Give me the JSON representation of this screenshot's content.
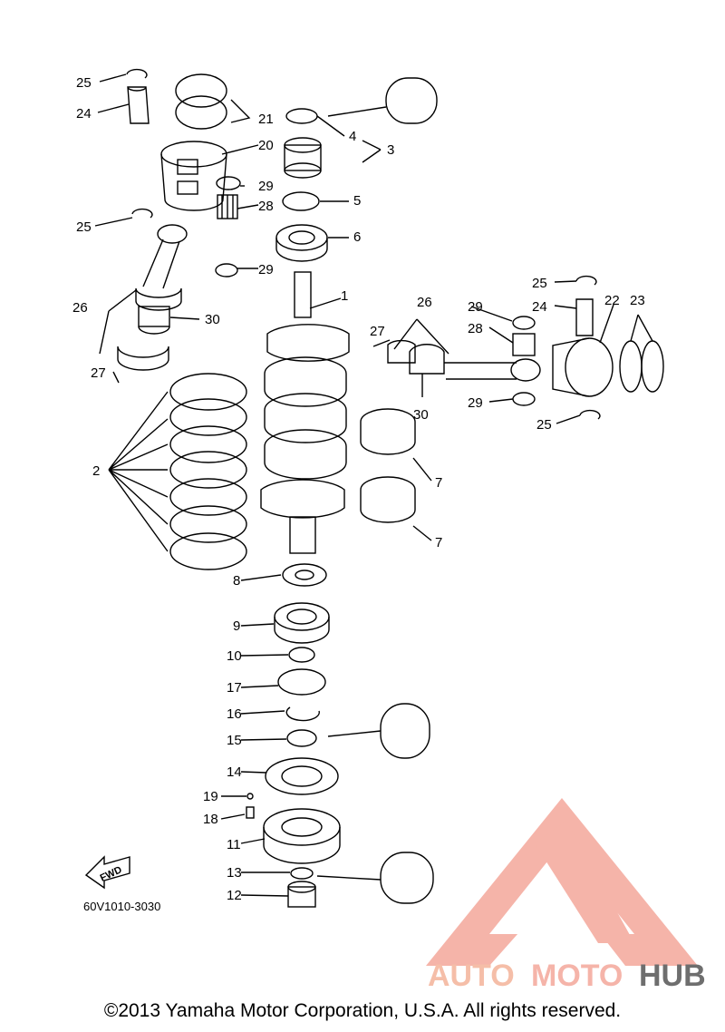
{
  "diagram": {
    "part_labels": [
      "1",
      "2",
      "3",
      "4",
      "5",
      "6",
      "7",
      "7",
      "8",
      "9",
      "10",
      "11",
      "12",
      "13",
      "14",
      "15",
      "16",
      "17",
      "18",
      "19",
      "20",
      "21",
      "22",
      "23",
      "24",
      "24",
      "25",
      "25",
      "25",
      "25",
      "26",
      "26",
      "27",
      "27",
      "28",
      "28",
      "29",
      "29",
      "29",
      "29",
      "30",
      "30"
    ],
    "fwd_label": "FWD",
    "diagram_code": "60V1010-3030"
  },
  "watermark": {
    "part1": "AUTO",
    "part2": "MOTO",
    "part3": "HUB",
    "color_light": "#f4a79b",
    "color_dark": "#555555"
  },
  "footer": {
    "copyright": "©2013 Yamaha Motor Corporation, U.S.A. All rights reserved."
  }
}
